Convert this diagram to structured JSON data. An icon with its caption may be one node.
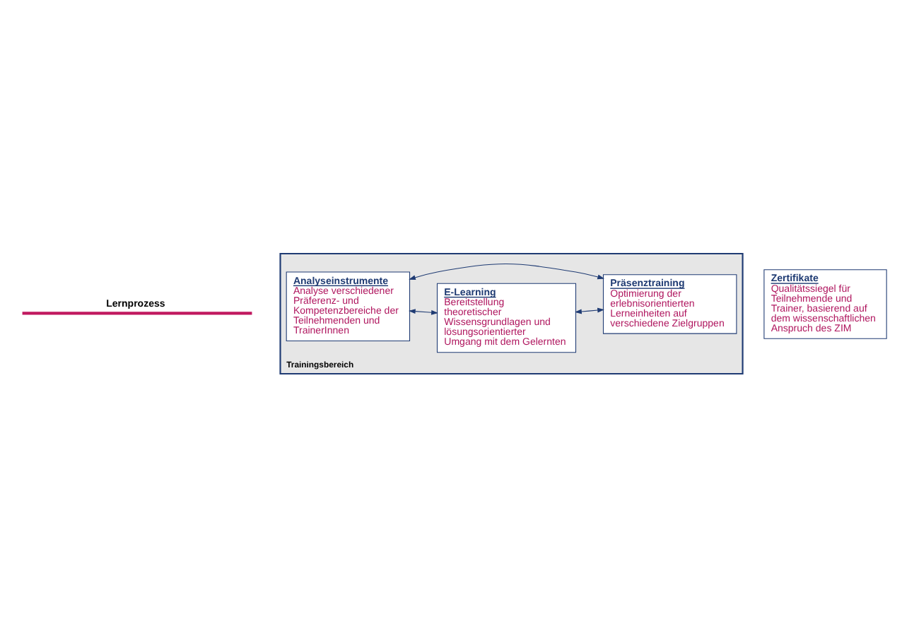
{
  "diagram": {
    "nodes": [
      {
        "text": [
          "Trainingsbereich"
        ]
      },
      {
        "text": [
          "Analyseinstrumente",
          "Analyse verschiedener Präferenz- und Kompetenzbereiche der Teilnehmenden und TrainerInnen"
        ],
        "in": 0
      },
      {
        "text": [
          "E-Learning",
          "Bereitstellung theoretischer Wissensgrundlagen und lösungsorientierter Umgang mit dem Gelernten"
        ],
        "in": 0
      },
      {
        "text": [
          "Präsenztraining",
          "Optimierung der erlebnisorientierten Lerneinheiten auf verschiedene Zielgruppen"
        ],
        "in": 0
      },
      {
        "text": [
          "Zertifikate",
          "Qualitätssiegel für Teilnehmende und Trainer, basierend auf dem wissenschaftlichen Anspruch des ZIM"
        ]
      }
    ],
    "edges": [
      {
        "from": 1,
        "to": 2,
        "arrow": "both"
      },
      {
        "from": 2,
        "to": 3,
        "arrow": "both"
      },
      {
        "from": 1,
        "to": 3,
        "arrow": "both"
      }
    ],
    "labels": [
      "Lernprozess"
    ]
  }
}
